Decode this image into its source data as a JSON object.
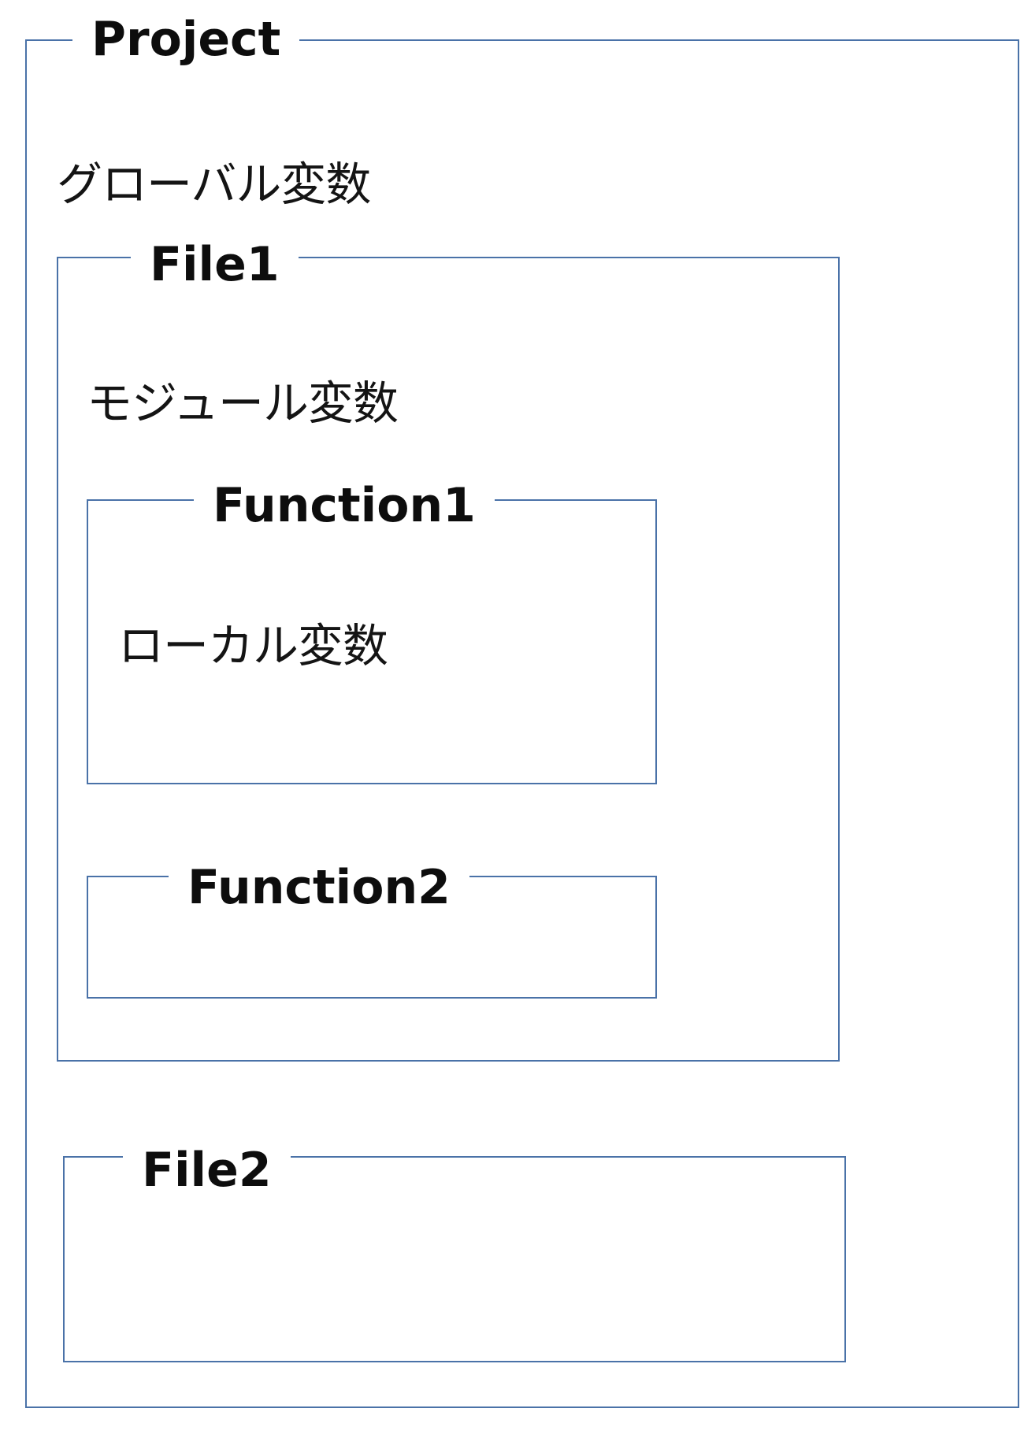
{
  "project": {
    "title": "Project",
    "global_variable": "グローバル変数"
  },
  "file1": {
    "title": "File1",
    "module_variable": "モジュール変数"
  },
  "function1": {
    "title": "Function1",
    "local_variable": "ローカル変数"
  },
  "function2": {
    "title": "Function2"
  },
  "file2": {
    "title": "File2"
  },
  "colors": {
    "frame_border": "#4a72a8",
    "background": "#ffffff",
    "text": "#111111"
  }
}
